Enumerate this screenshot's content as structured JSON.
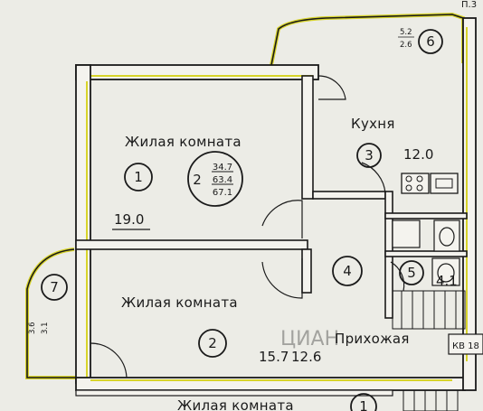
{
  "plan": {
    "colors": {
      "paper": "#ecece6",
      "wall": "#1a1a1a",
      "wall_fill": "#f4f3ee",
      "highlight": "#d8d42a"
    },
    "top_label": "П.3",
    "apartment": {
      "rooms_count": "2",
      "living_area": "34.7",
      "total_area": "63.4",
      "total_area_with_balcony": "67.1"
    },
    "rooms": [
      {
        "number": "1",
        "name": "Жилая комната",
        "area": "19.0"
      },
      {
        "number": "2",
        "name": "Жилая комната",
        "area": "15.7"
      },
      {
        "number": "3",
        "name": "Кухня",
        "area": "12.0"
      },
      {
        "number": "4",
        "name": "Прихожая",
        "area": "12.6"
      },
      {
        "number": "5",
        "name": "",
        "area": "4.1"
      },
      {
        "number": "6",
        "name": "",
        "area_top": "5.2",
        "area_bottom": "2.6"
      },
      {
        "number": "7",
        "name": "",
        "area_top": "3.6",
        "area_bottom": "3.1"
      }
    ],
    "bottom_room_fragment": {
      "number": "1",
      "name": "Жилая комната"
    },
    "shaft_label": "КВ 18",
    "watermark": "ЦИАН"
  }
}
